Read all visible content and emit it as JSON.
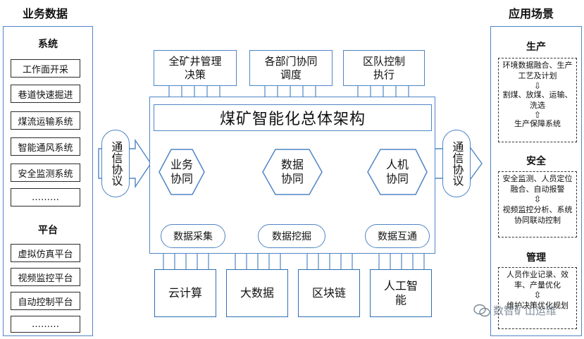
{
  "headers": {
    "left": "业务数据",
    "right": "应用场景"
  },
  "left": {
    "systems_title": "系统",
    "systems": [
      "工作面开采",
      "巷道快速掘进",
      "煤流运输系统",
      "智能通风系统",
      "安全监测系统",
      "………"
    ],
    "platforms_title": "平台",
    "platforms": [
      "虚拟仿真平台",
      "视频监控平台",
      "自动控制平台",
      "………"
    ]
  },
  "comm": {
    "left": "通信协议",
    "right": "通信协议"
  },
  "top_boxes": [
    {
      "line1": "全矿井管理",
      "line2": "决策"
    },
    {
      "line1": "各部门协同",
      "line2": "调度"
    },
    {
      "line1": "区队控制",
      "line2": "执行"
    }
  ],
  "center": {
    "title": "煤矿智能化总体架构",
    "hexagons": [
      {
        "line1": "业务",
        "line2": "协同"
      },
      {
        "line1": "数据",
        "line2": "协同"
      },
      {
        "line1": "人机",
        "line2": "协同"
      }
    ],
    "pills": [
      "数据采集",
      "数据挖掘",
      "数据互通"
    ]
  },
  "tech": [
    {
      "line1": "云计算",
      "line2": ""
    },
    {
      "line1": "大数据",
      "line2": ""
    },
    {
      "line1": "区块链",
      "line2": ""
    },
    {
      "line1": "人工智",
      "line2": "能"
    }
  ],
  "right": {
    "production": {
      "title": "生产",
      "top": "环境数据融合、生产工艺及计划",
      "mid": "割煤、放煤、运输、洗选",
      "bottom": "生产保障系统"
    },
    "safety": {
      "title": "安全",
      "top": "安全监测、人员定位融合、自动报警",
      "bottom": "视频监控分析、系统协同联动控制"
    },
    "management": {
      "title": "管理",
      "top": "人员作业记录、效率、产量优化",
      "bottom": "维护决策优化规划"
    }
  },
  "watermark": "数智矿山运维",
  "colors": {
    "accent": "#4f85c6",
    "line": "#2b2b2b"
  }
}
